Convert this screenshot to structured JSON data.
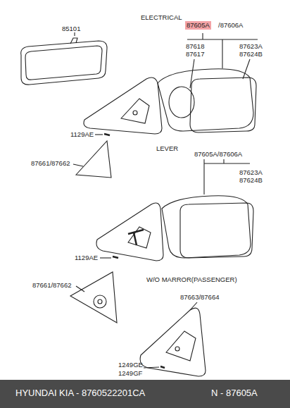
{
  "diagram": {
    "labels": [
      "85101",
      "ELECTRICAL",
      "87605A",
      "/87606A",
      "87618",
      "87617",
      "87623A",
      "87624B",
      "1129AE",
      "87661/87662",
      "LEVER",
      "87605A/87606A",
      "87623A",
      "87624B",
      "1129AE",
      "87661/87662",
      "W/O MARROR(PASSENGER)",
      "87663/87664",
      "1249GE",
      "1249GF",
      "HYUNDAI KIA - 8760522201CA",
      "N - 87605A"
    ]
  }
}
